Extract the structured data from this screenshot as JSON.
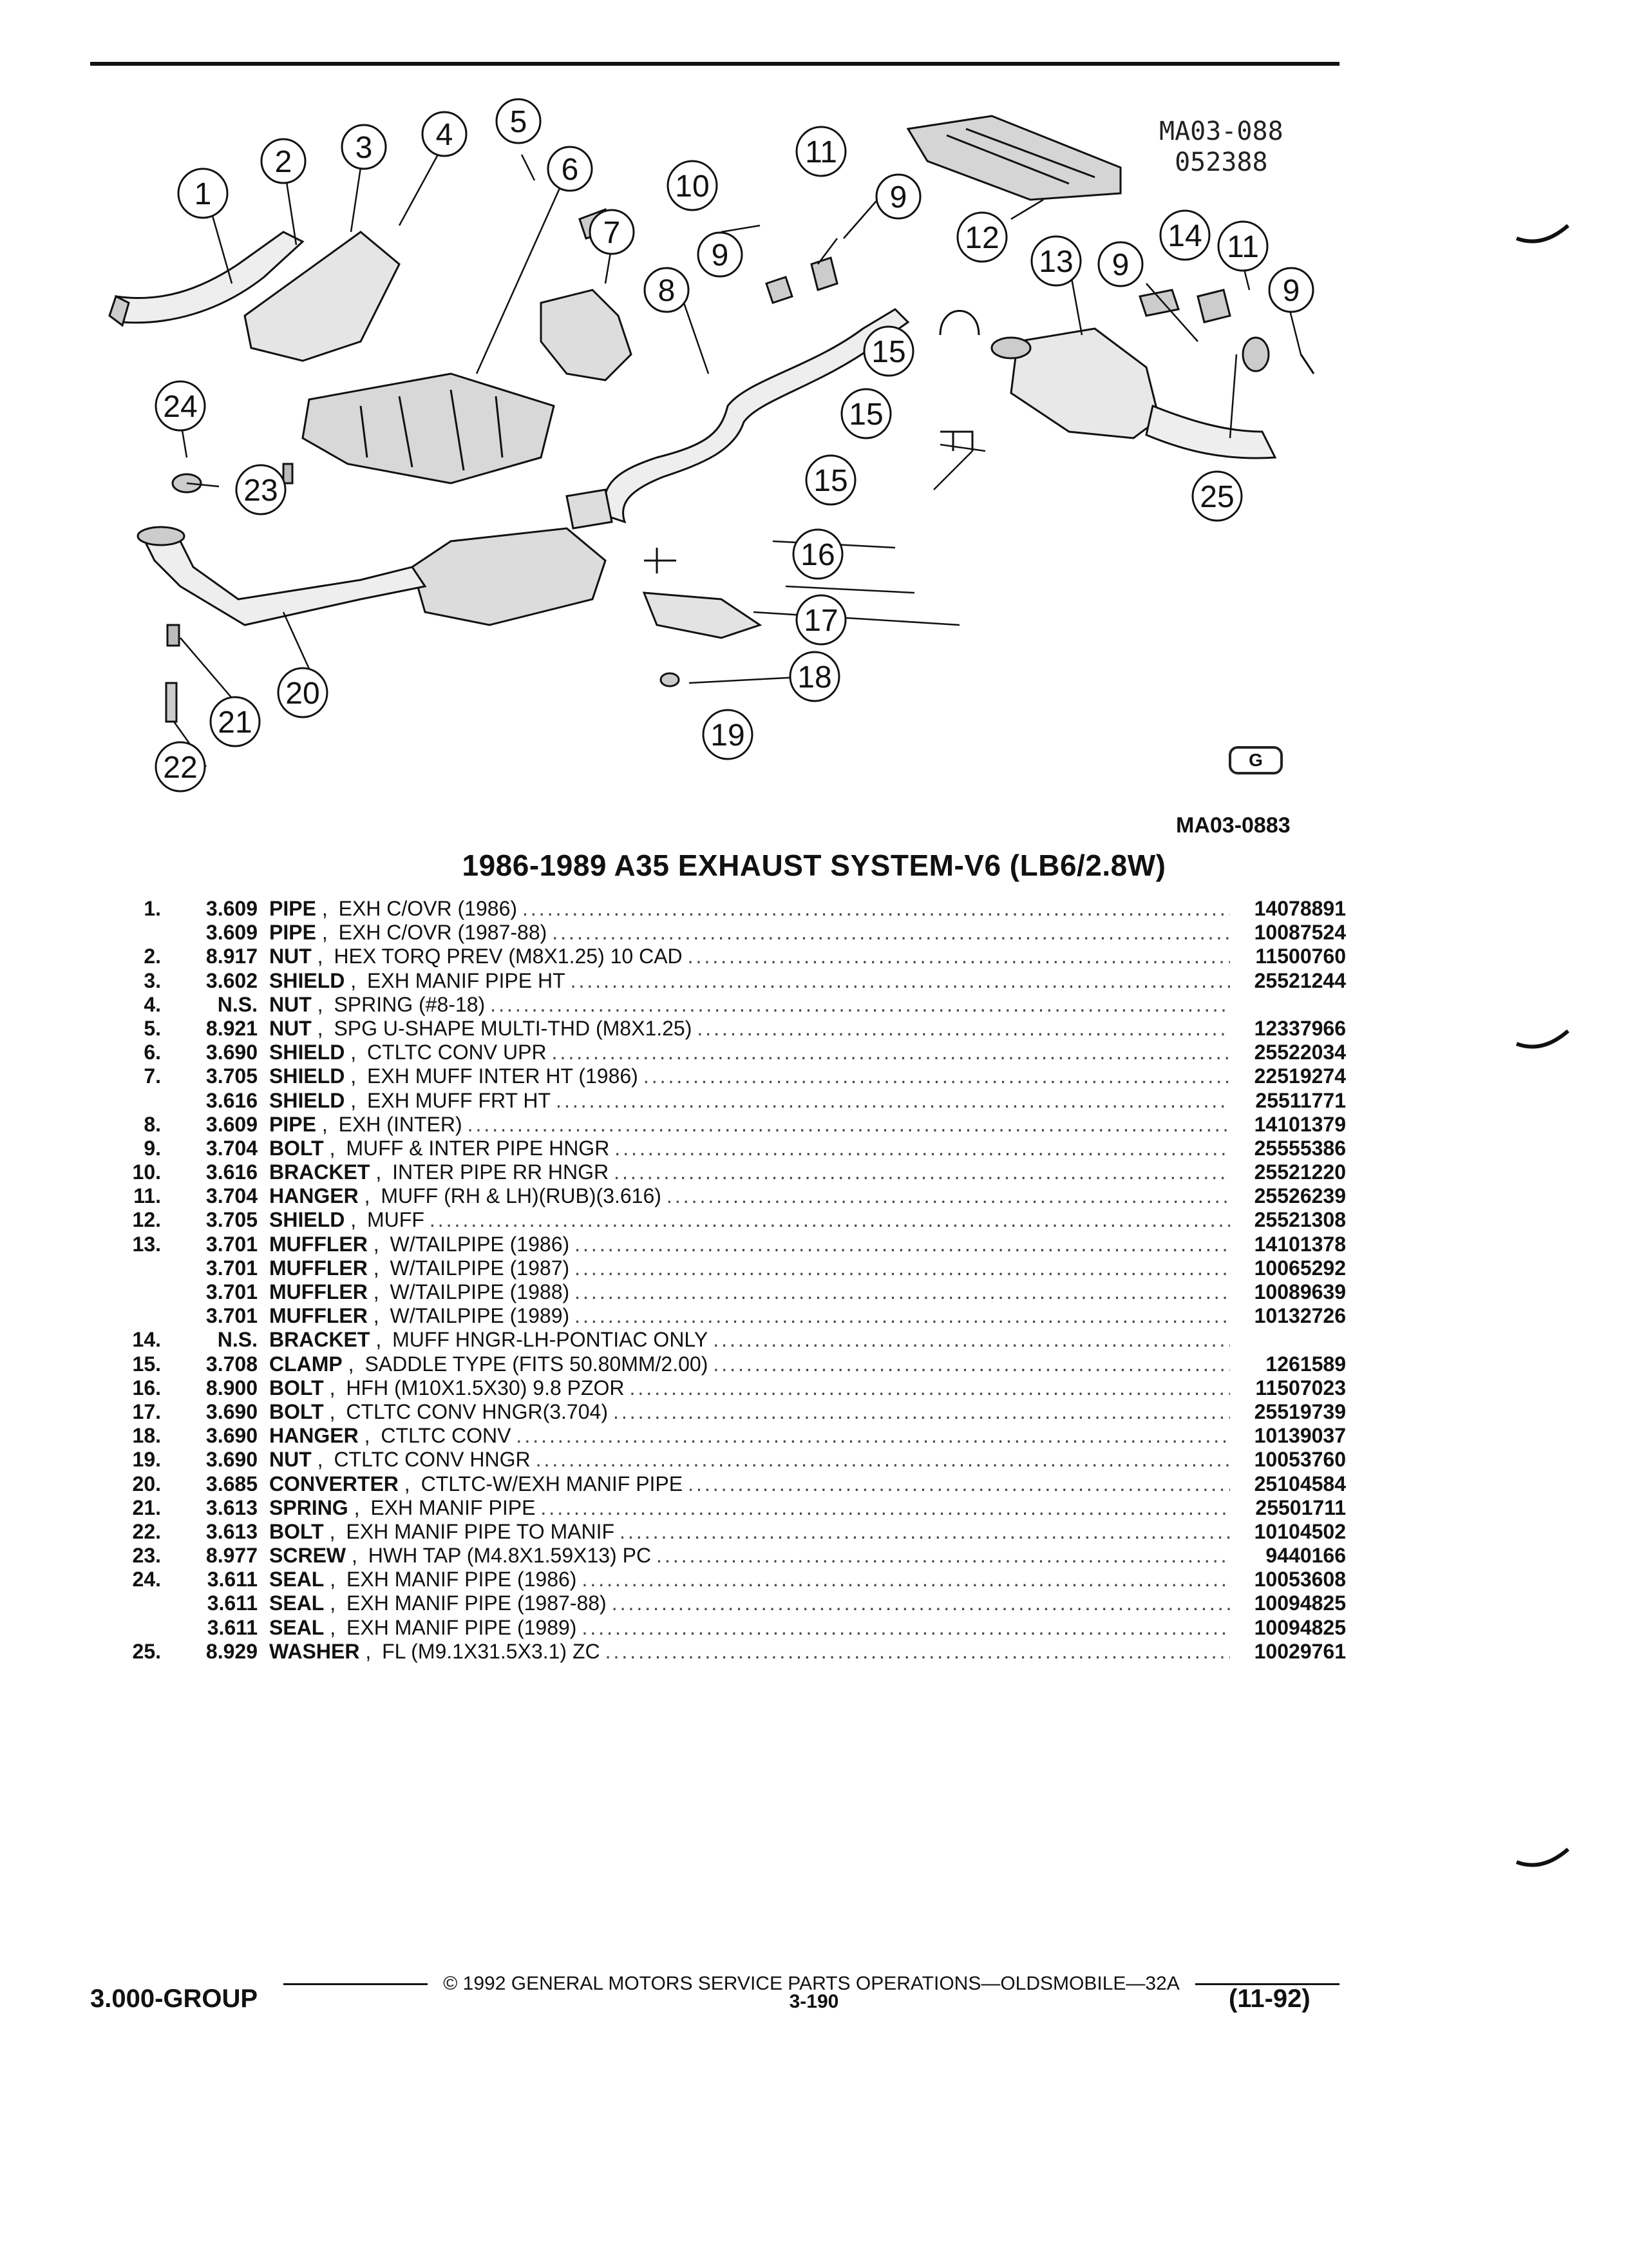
{
  "diagram": {
    "code_corner": [
      "MA03-088",
      "052388"
    ],
    "logo_text": "G",
    "ref_code": "MA03-0883",
    "callouts": [
      "1",
      "2",
      "3",
      "4",
      "5",
      "6",
      "7",
      "8",
      "9",
      "10",
      "11",
      "12",
      "13",
      "14",
      "15",
      "16",
      "17",
      "18",
      "19",
      "20",
      "21",
      "22",
      "23",
      "24",
      "25"
    ]
  },
  "title": "1986-1989 A35 EXHAUST SYSTEM-V6 (LB6/2.8W)",
  "parts": [
    {
      "idx": "1.",
      "grp": "3.609",
      "name": "PIPE",
      "desc": "EXH C/OVR (1986)",
      "num": "14078891"
    },
    {
      "idx": "",
      "grp": "3.609",
      "name": "PIPE",
      "desc": "EXH C/OVR (1987-88)",
      "num": "10087524"
    },
    {
      "idx": "2.",
      "grp": "8.917",
      "name": "NUT",
      "desc": "HEX TORQ PREV (M8X1.25) 10 CAD",
      "num": "11500760"
    },
    {
      "idx": "3.",
      "grp": "3.602",
      "name": "SHIELD",
      "desc": "EXH MANIF PIPE HT",
      "num": "25521244"
    },
    {
      "idx": "4.",
      "grp": "N.S.",
      "name": "NUT",
      "desc": "SPRING (#8-18)",
      "num": ""
    },
    {
      "idx": "5.",
      "grp": "8.921",
      "name": "NUT",
      "desc": "SPG U-SHAPE MULTI-THD (M8X1.25)",
      "num": "12337966"
    },
    {
      "idx": "6.",
      "grp": "3.690",
      "name": "SHIELD",
      "desc": "CTLTC CONV UPR",
      "num": "25522034"
    },
    {
      "idx": "7.",
      "grp": "3.705",
      "name": "SHIELD",
      "desc": "EXH MUFF INTER HT (1986)",
      "num": "22519274"
    },
    {
      "idx": "",
      "grp": "3.616",
      "name": "SHIELD",
      "desc": "EXH MUFF FRT HT",
      "num": "25511771"
    },
    {
      "idx": "8.",
      "grp": "3.609",
      "name": "PIPE",
      "desc": "EXH (INTER)",
      "num": "14101379"
    },
    {
      "idx": "9.",
      "grp": "3.704",
      "name": "BOLT",
      "desc": "MUFF & INTER PIPE HNGR",
      "num": "25555386"
    },
    {
      "idx": "10.",
      "grp": "3.616",
      "name": "BRACKET",
      "desc": "INTER PIPE RR HNGR",
      "num": "25521220"
    },
    {
      "idx": "11.",
      "grp": "3.704",
      "name": "HANGER",
      "desc": "MUFF (RH & LH)(RUB)(3.616)",
      "num": "25526239"
    },
    {
      "idx": "12.",
      "grp": "3.705",
      "name": "SHIELD",
      "desc": "MUFF",
      "num": "25521308"
    },
    {
      "idx": "13.",
      "grp": "3.701",
      "name": "MUFFLER",
      "desc": "W/TAILPIPE (1986)",
      "num": "14101378"
    },
    {
      "idx": "",
      "grp": "3.701",
      "name": "MUFFLER",
      "desc": "W/TAILPIPE (1987)",
      "num": "10065292"
    },
    {
      "idx": "",
      "grp": "3.701",
      "name": "MUFFLER",
      "desc": "W/TAILPIPE (1988)",
      "num": "10089639"
    },
    {
      "idx": "",
      "grp": "3.701",
      "name": "MUFFLER",
      "desc": "W/TAILPIPE (1989)",
      "num": "10132726"
    },
    {
      "idx": "14.",
      "grp": "N.S.",
      "name": "BRACKET",
      "desc": "MUFF HNGR-LH-PONTIAC ONLY",
      "num": ""
    },
    {
      "idx": "15.",
      "grp": "3.708",
      "name": "CLAMP",
      "desc": "SADDLE TYPE (FITS 50.80MM/2.00)",
      "num": "1261589"
    },
    {
      "idx": "16.",
      "grp": "8.900",
      "name": "BOLT",
      "desc": "HFH (M10X1.5X30) 9.8 PZOR",
      "num": "11507023"
    },
    {
      "idx": "17.",
      "grp": "3.690",
      "name": "BOLT",
      "desc": "CTLTC CONV HNGR(3.704)",
      "num": "25519739"
    },
    {
      "idx": "18.",
      "grp": "3.690",
      "name": "HANGER",
      "desc": "CTLTC CONV",
      "num": "10139037"
    },
    {
      "idx": "19.",
      "grp": "3.690",
      "name": "NUT",
      "desc": "CTLTC CONV HNGR",
      "num": "10053760"
    },
    {
      "idx": "20.",
      "grp": "3.685",
      "name": "CONVERTER",
      "desc": "CTLTC-W/EXH MANIF PIPE",
      "num": "25104584"
    },
    {
      "idx": "21.",
      "grp": "3.613",
      "name": "SPRING",
      "desc": "EXH MANIF PIPE",
      "num": "25501711"
    },
    {
      "idx": "22.",
      "grp": "3.613",
      "name": "BOLT",
      "desc": "EXH MANIF PIPE TO MANIF",
      "num": "10104502"
    },
    {
      "idx": "23.",
      "grp": "8.977",
      "name": "SCREW",
      "desc": "HWH TAP (M4.8X1.59X13) PC",
      "num": "9440166"
    },
    {
      "idx": "24.",
      "grp": "3.611",
      "name": "SEAL",
      "desc": "EXH MANIF PIPE (1986)",
      "num": "10053608"
    },
    {
      "idx": "",
      "grp": "3.611",
      "name": "SEAL",
      "desc": "EXH MANIF PIPE (1987-88)",
      "num": "10094825"
    },
    {
      "idx": "",
      "grp": "3.611",
      "name": "SEAL",
      "desc": "EXH MANIF PIPE (1989)",
      "num": "10094825"
    },
    {
      "idx": "25.",
      "grp": "8.929",
      "name": "WASHER",
      "desc": "FL (M9.1X31.5X3.1) ZC",
      "num": "10029761"
    }
  ],
  "footer": {
    "copyright": "© 1992 GENERAL MOTORS SERVICE PARTS OPERATIONS—OLDSMOBILE—32A",
    "group": "3.000-GROUP",
    "page": "3-190",
    "date": "(11-92)"
  }
}
